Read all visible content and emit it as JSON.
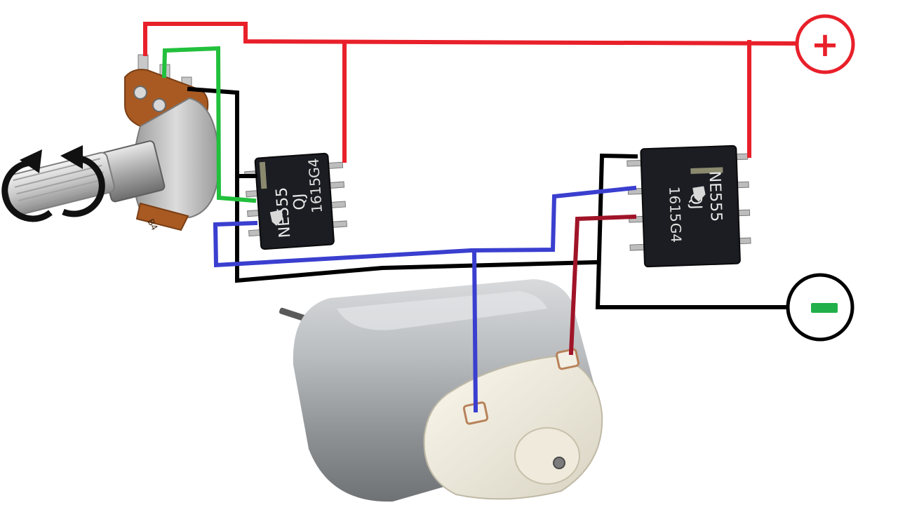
{
  "diagram": {
    "colors": {
      "positive_wire": "#e8202a",
      "negative_wire": "#000000",
      "pot_wiper_wire": "#22c03c",
      "control_wire": "#3a3fcf",
      "motor_wire": "#a01428"
    },
    "terminals": {
      "positive": {
        "symbol": "+",
        "color": "#e8202a"
      },
      "negative": {
        "symbol": "-",
        "color": "#22b04a"
      }
    },
    "chip_left": {
      "line1": "NE555",
      "line2": "QJ",
      "line3": "1615",
      "suffix": "G4"
    },
    "chip_right": {
      "line1": "NE555",
      "line2": "QJ",
      "line3": "1615",
      "suffix": "G4"
    },
    "potentiometer": {
      "marking": "B4"
    }
  }
}
